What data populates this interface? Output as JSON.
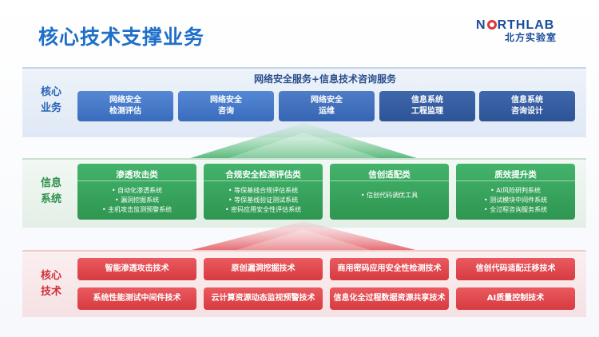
{
  "title": "核心技术支撑业务",
  "logo": {
    "main_pre": "N",
    "main_post": "RTHLAB",
    "sub": "北方实验室"
  },
  "layers": {
    "business": {
      "label": "核心\n业务",
      "heading": "网络安全服务+信息技术咨询服务",
      "items": [
        "网络安全\n检测评估",
        "网络安全\n咨询",
        "网络安全\n运维",
        "信息系统\n工程监理",
        "信息系统\n咨询设计"
      ]
    },
    "info": {
      "label": "信息\n系统",
      "cards": [
        {
          "title": "渗透攻击类",
          "items": [
            "自动化渗透系统",
            "漏洞挖掘系统",
            "主机攻击监测预警系统"
          ]
        },
        {
          "title": "合规安全检测评估类",
          "items": [
            "等保基线合规评估系统",
            "等保基线验证测试系统",
            "密码应用安全性评估系统"
          ]
        },
        {
          "title": "信创适配类",
          "items": [
            "信创代码调优工具"
          ]
        },
        {
          "title": "质效提升类",
          "items": [
            "AI风险研判系统",
            "测试模块中间件系统",
            "全过程咨询服务系统"
          ]
        }
      ]
    },
    "core": {
      "label": "核心\n技术",
      "items": [
        "智能渗透攻击技术",
        "原创漏洞挖掘技术",
        "商用密码应用安全性检测技术",
        "信创代码适配迁移技术",
        "系统性能测试中间件技术",
        "云计算资源动态监视预警技术",
        "信息化全过程数据资源共享技术",
        "AI质量控制技术"
      ]
    }
  },
  "colors": {
    "title": "#1f6fc9",
    "business": "#3a6cbd",
    "info": "#2e9650",
    "core": "#d63b41"
  }
}
